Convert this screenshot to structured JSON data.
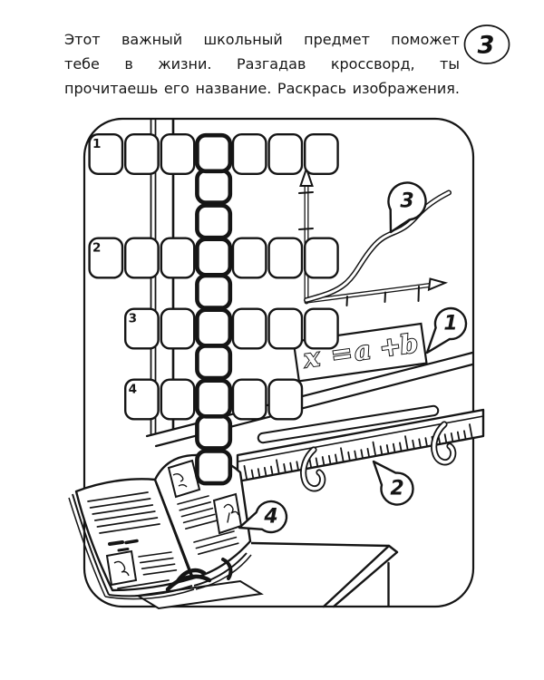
{
  "page": {
    "page_number": "3",
    "instructions": [
      "Этот важный школьный предмет поможет",
      "тебе в жизни. Разгадав кроссворд, ты",
      "прочитаешь его название. Раскрась изображения."
    ]
  },
  "crossword": {
    "vertical_word_cells": 10,
    "across_rows": [
      {
        "number": "1",
        "cells": 7,
        "intersect_index": 3
      },
      {
        "number": "2",
        "cells": 7,
        "intersect_index": 3
      },
      {
        "number": "3",
        "cells": 6,
        "intersect_index": 2
      },
      {
        "number": "4",
        "cells": 5,
        "intersect_index": 2
      }
    ]
  },
  "formula": {
    "text": "x = a + b",
    "parts": [
      "x",
      "=",
      "a",
      "+",
      "b"
    ]
  },
  "callouts": [
    {
      "id": "formula",
      "label": "1"
    },
    {
      "id": "ruler",
      "label": "2"
    },
    {
      "id": "graph",
      "label": "3"
    },
    {
      "id": "book",
      "label": "4"
    }
  ],
  "colors": {
    "ink": "#151515",
    "paper": "#ffffff"
  }
}
